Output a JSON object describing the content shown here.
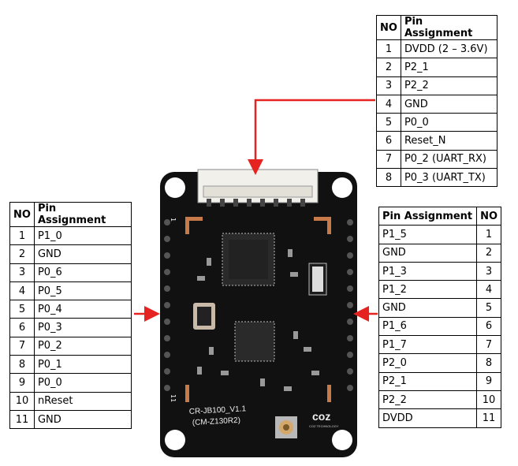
{
  "top_table": {
    "headers": [
      "NO",
      "Pin Assignment"
    ],
    "rows": [
      {
        "no": "1",
        "pin": "DVDD (2 – 3.6V)"
      },
      {
        "no": "2",
        "pin": "P2_1"
      },
      {
        "no": "3",
        "pin": "P2_2"
      },
      {
        "no": "4",
        "pin": "GND"
      },
      {
        "no": "5",
        "pin": "P0_0"
      },
      {
        "no": "6",
        "pin": "Reset_N"
      },
      {
        "no": "7",
        "pin": "P0_2  (UART_RX)"
      },
      {
        "no": "8",
        "pin": "P0_3  (UART_TX)"
      }
    ]
  },
  "left_table": {
    "headers": [
      "NO",
      "Pin Assignment"
    ],
    "rows": [
      {
        "no": "1",
        "pin": "P1_0"
      },
      {
        "no": "2",
        "pin": "GND"
      },
      {
        "no": "3",
        "pin": "P0_6"
      },
      {
        "no": "4",
        "pin": "P0_5"
      },
      {
        "no": "5",
        "pin": "P0_4"
      },
      {
        "no": "6",
        "pin": "P0_3"
      },
      {
        "no": "7",
        "pin": "P0_2"
      },
      {
        "no": "8",
        "pin": "P0_1"
      },
      {
        "no": "9",
        "pin": "P0_0"
      },
      {
        "no": "10",
        "pin": "nReset"
      },
      {
        "no": "11",
        "pin": "GND"
      }
    ]
  },
  "right_table": {
    "headers": [
      "Pin Assignment",
      "NO"
    ],
    "rows": [
      {
        "no": "1",
        "pin": "P1_5"
      },
      {
        "no": "2",
        "pin": "GND"
      },
      {
        "no": "3",
        "pin": "P1_3"
      },
      {
        "no": "4",
        "pin": "P1_2"
      },
      {
        "no": "5",
        "pin": "GND"
      },
      {
        "no": "6",
        "pin": "P1_6"
      },
      {
        "no": "7",
        "pin": "P1_7"
      },
      {
        "no": "8",
        "pin": "P2_0"
      },
      {
        "no": "9",
        "pin": "P2_1"
      },
      {
        "no": "10",
        "pin": "P2_2"
      },
      {
        "no": "11",
        "pin": "DVDD"
      }
    ]
  },
  "board": {
    "model_label": "CR-JB100_V1.1",
    "sub_label": "(CM-Z130R2)",
    "logo_text": "coz",
    "logo_sub": "COZ TECHNOLOGY",
    "edge_label_1": "1",
    "edge_label_11": "11",
    "colors": {
      "pcb": "#111111",
      "arrow": "#e52421",
      "pad": "#c87a4a"
    }
  }
}
